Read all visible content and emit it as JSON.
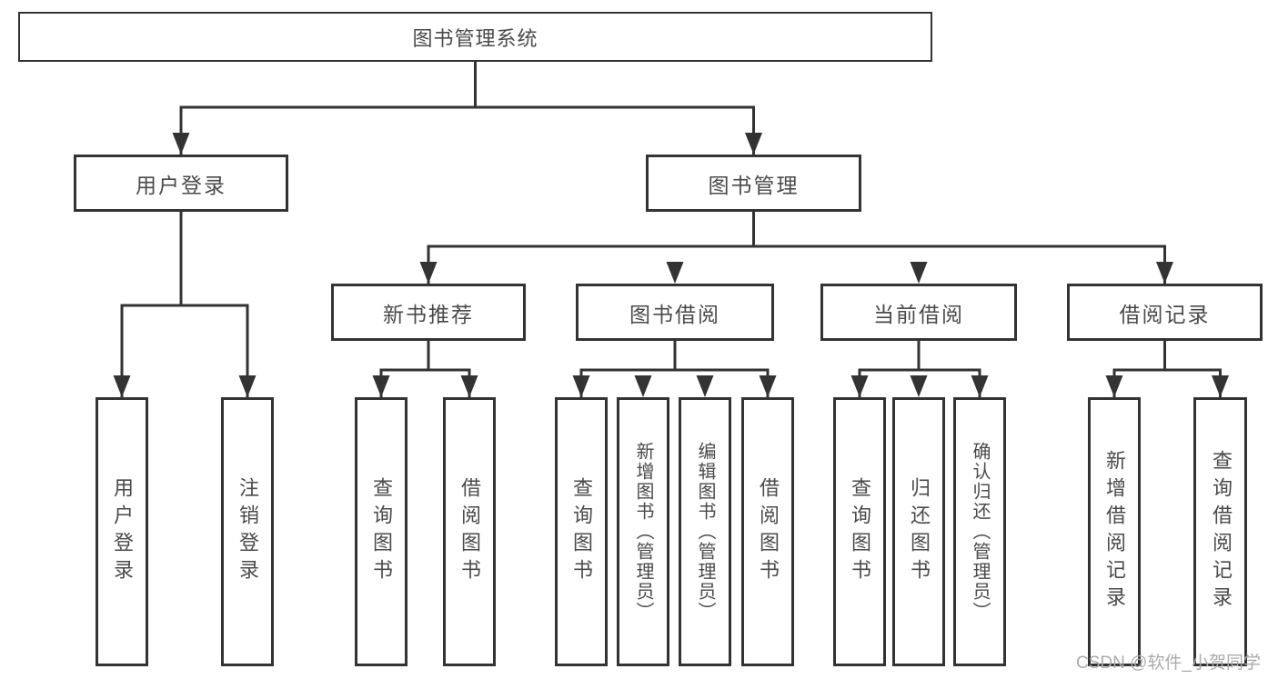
{
  "tree": {
    "root": {
      "label": "图书管理系统"
    },
    "branches": [
      {
        "label": "用户登录",
        "children": [
          {
            "label": "用户登录"
          },
          {
            "label": "注销登录"
          }
        ]
      },
      {
        "label": "图书管理",
        "children": [
          {
            "label": "新书推荐",
            "children": [
              {
                "label": "查询图书"
              },
              {
                "label": "借阅图书"
              }
            ]
          },
          {
            "label": "图书借阅",
            "children": [
              {
                "label": "查询图书"
              },
              {
                "label": "新增图书（管理员）"
              },
              {
                "label": "编辑图书（管理员）"
              },
              {
                "label": "借阅图书"
              }
            ]
          },
          {
            "label": "当前借阅",
            "children": [
              {
                "label": "查询图书"
              },
              {
                "label": "归还图书"
              },
              {
                "label": "确认归还（管理员）"
              }
            ]
          },
          {
            "label": "借阅记录",
            "children": [
              {
                "label": "新增借阅记录"
              },
              {
                "label": "查询借阅记录"
              }
            ]
          }
        ]
      }
    ]
  },
  "watermark": {
    "text": "CSDN @软件_小贺同学"
  },
  "colors": {
    "line": "#333333",
    "box_border": "#333333",
    "label_text": "#4a4a4a",
    "watermark_text": "#aaabad",
    "background": "#ffffff"
  }
}
